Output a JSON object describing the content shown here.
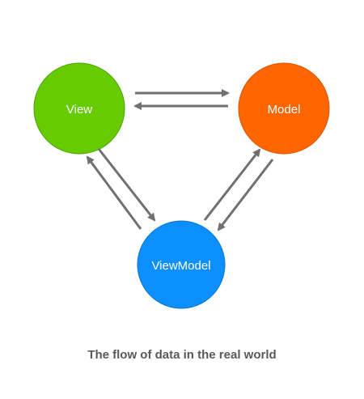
{
  "diagram": {
    "nodes": {
      "view": {
        "label": "View",
        "color": "#66cc00"
      },
      "model": {
        "label": "Model",
        "color": "#ff6600"
      },
      "viewmodel": {
        "label": "ViewModel",
        "color": "#0d8fff"
      }
    },
    "arrow_color": "#707070",
    "caption": "The flow of data in the real world"
  }
}
